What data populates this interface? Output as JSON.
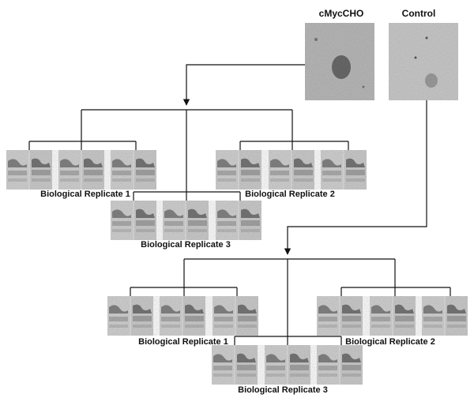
{
  "labels": {
    "cmyc_title": "cMycCHO",
    "control_title": "Control"
  },
  "groups": [
    {
      "replicates": [
        {
          "label": "Biological  Replicate 1"
        },
        {
          "label": "Biological  Replicate 2"
        },
        {
          "label": "Biological  Replicate 3"
        }
      ]
    },
    {
      "replicates": [
        {
          "label": "Biological  Replicate 1"
        },
        {
          "label": "Biological  Replicate 2"
        },
        {
          "label": "Biological  Replicate 3"
        }
      ]
    }
  ]
}
